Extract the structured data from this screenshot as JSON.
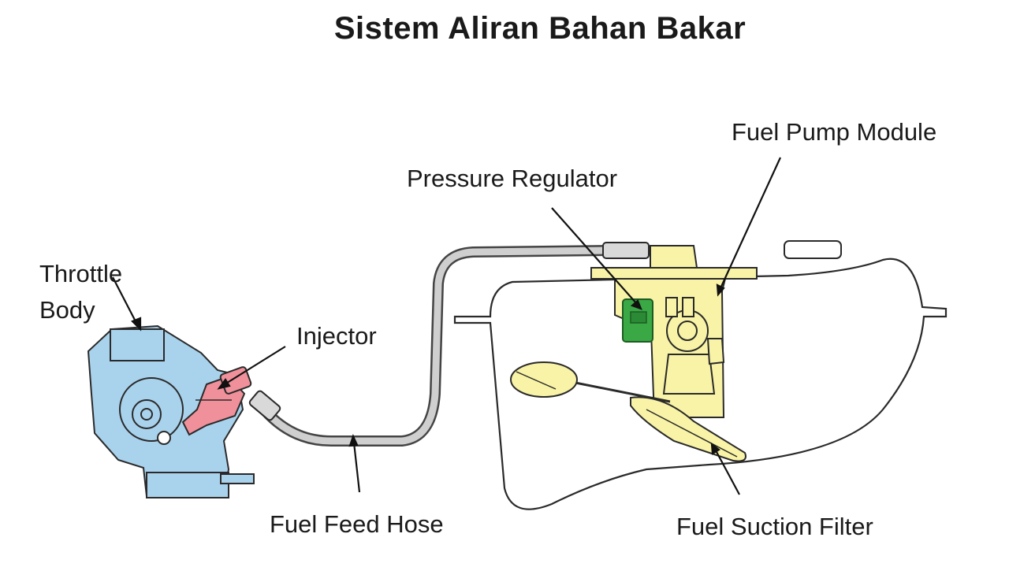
{
  "title": "Sistem Aliran Bahan Bakar",
  "labels": {
    "throttle_body": "Throttle\nBody",
    "injector": "Injector",
    "pressure_regulator": "Pressure Regulator",
    "fuel_pump_module": "Fuel Pump Module",
    "fuel_feed_hose": "Fuel Feed Hose",
    "fuel_suction_filter": "Fuel Suction Filter"
  },
  "colors": {
    "throttle_body": "#a9d2ec",
    "injector": "#f0909a",
    "pump_module": "#f8f3a6",
    "pressure_regulator": "#39a845",
    "hose": "#cfcfcf",
    "outline": "#2a2a2a"
  }
}
